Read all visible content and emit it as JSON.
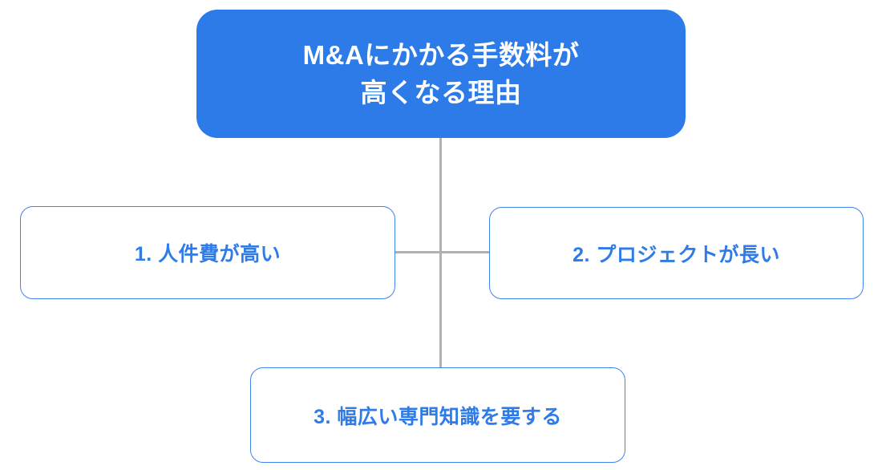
{
  "diagram": {
    "title": {
      "line1": "M&Aにかかる手数料が",
      "line2": "高くなる理由"
    },
    "reasons": [
      {
        "label": "1. 人件費が高い"
      },
      {
        "label": "2. プロジェクトが長い"
      },
      {
        "label": "3. 幅広い専門知識を要する"
      }
    ]
  },
  "colors": {
    "header_fill": "#2C7BE9",
    "header_text": "#FFFFFF",
    "box_border": "#3F83EE",
    "box_text": "#2F7BE8",
    "connector": "#B1B1B1",
    "background": "#FFFFFF"
  }
}
